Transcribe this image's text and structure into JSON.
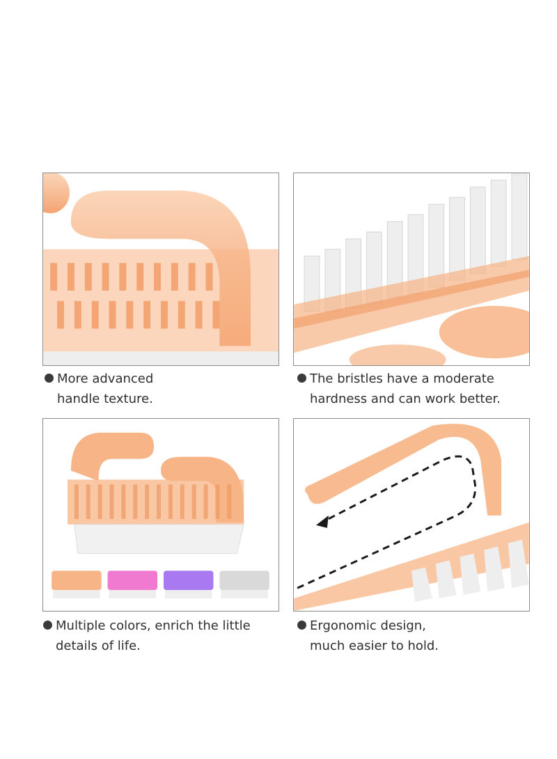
{
  "colors": {
    "handle_orange": "#f7b486",
    "handle_orange_dark": "#ef9a62",
    "bristle_white": "#f4f4f4",
    "pink": "#f07ad0",
    "purple": "#a879f0",
    "clear": "#d9d9d9",
    "bullet": "#3a3a3a",
    "border": "#8a8a8a"
  },
  "panels": [
    {
      "image": "orange-handle-closeup",
      "caption": {
        "bullet_icon": "bullet-dot-icon",
        "line1": "More advanced",
        "line2": "handle texture."
      }
    },
    {
      "image": "white-bristles-closeup",
      "caption": {
        "bullet_icon": "bullet-dot-icon",
        "line1": "The bristles have a moderate",
        "line2": "hardness and can work better."
      }
    },
    {
      "image": "brush-with-four-color-variants",
      "variant_colors": [
        "orange",
        "pink",
        "purple",
        "clear"
      ],
      "caption": {
        "bullet_icon": "bullet-dot-icon",
        "line1": "Multiple colors, enrich the little",
        "line2": "details of life."
      }
    },
    {
      "image": "ergonomic-handle-with-dashed-arrow",
      "caption": {
        "bullet_icon": "bullet-dot-icon",
        "line1": "Ergonomic design,",
        "line2": "much easier to hold."
      }
    }
  ]
}
